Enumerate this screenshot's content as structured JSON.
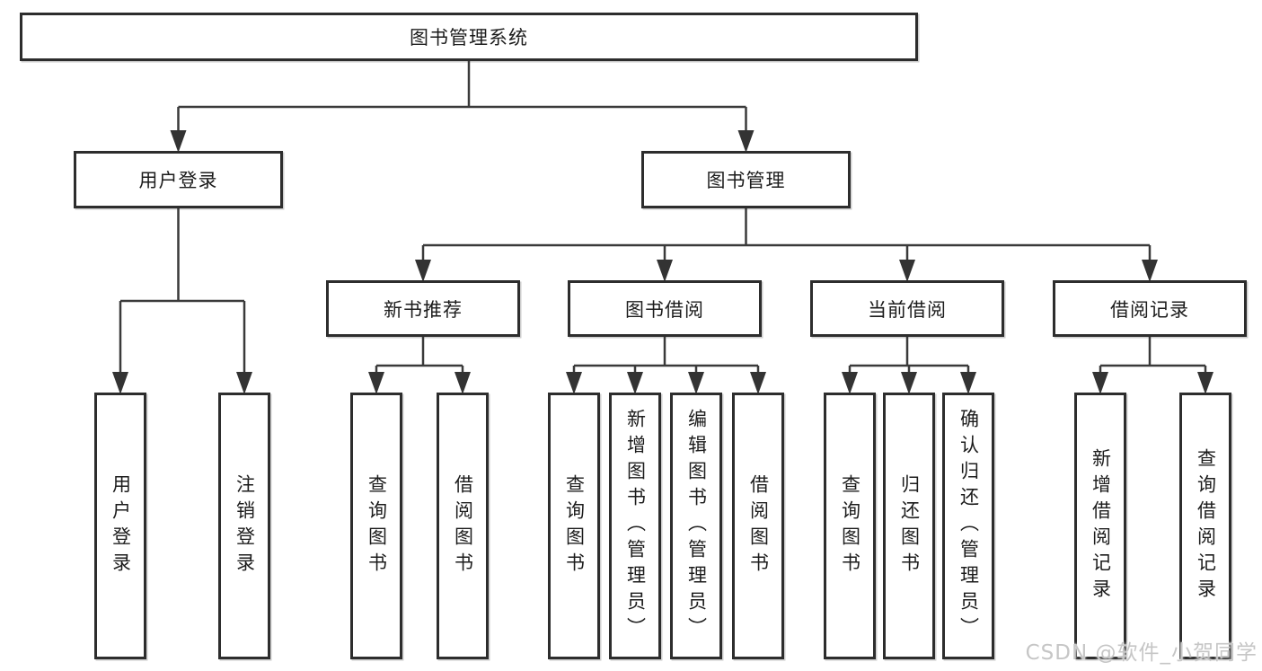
{
  "diagram": {
    "title": "图书管理系统",
    "nodes": [
      {
        "id": "root",
        "label": "图书管理系统"
      },
      {
        "id": "user_login",
        "label": "用户登录"
      },
      {
        "id": "book_mgmt",
        "label": "图书管理"
      },
      {
        "id": "new_book_rec",
        "label": "新书推荐"
      },
      {
        "id": "book_borrow",
        "label": "图书借阅"
      },
      {
        "id": "current_borrow",
        "label": "当前借阅"
      },
      {
        "id": "borrow_records",
        "label": "借阅记录"
      },
      {
        "id": "leaf_user_login",
        "label": "用户登录"
      },
      {
        "id": "leaf_logout",
        "label": "注销登录"
      },
      {
        "id": "leaf_query_books_rec",
        "label": "查询图书"
      },
      {
        "id": "leaf_borrow_books_rec",
        "label": "借阅图书"
      },
      {
        "id": "leaf_query_books_bb",
        "label": "查询图书"
      },
      {
        "id": "leaf_add_books",
        "label": "新增图书（管理员）"
      },
      {
        "id": "leaf_edit_books",
        "label": "编辑图书（管理员）"
      },
      {
        "id": "leaf_borrow_books_bb",
        "label": "借阅图书"
      },
      {
        "id": "leaf_query_books_cb",
        "label": "查询图书"
      },
      {
        "id": "leaf_return_books",
        "label": "归还图书"
      },
      {
        "id": "leaf_confirm_return",
        "label": "确认归还（管理员）"
      },
      {
        "id": "leaf_add_borrow_record",
        "label": "新增借阅记录"
      },
      {
        "id": "leaf_query_borrow_record",
        "label": "查询借阅记录"
      }
    ],
    "edges": [
      {
        "parent": "root",
        "children": [
          "user_login",
          "book_mgmt"
        ]
      },
      {
        "parent": "user_login",
        "children": [
          "leaf_user_login",
          "leaf_logout"
        ]
      },
      {
        "parent": "book_mgmt",
        "children": [
          "new_book_rec",
          "book_borrow",
          "current_borrow",
          "borrow_records"
        ]
      },
      {
        "parent": "new_book_rec",
        "children": [
          "leaf_query_books_rec",
          "leaf_borrow_books_rec"
        ]
      },
      {
        "parent": "book_borrow",
        "children": [
          "leaf_query_books_bb",
          "leaf_add_books",
          "leaf_edit_books",
          "leaf_borrow_books_bb"
        ]
      },
      {
        "parent": "current_borrow",
        "children": [
          "leaf_query_books_cb",
          "leaf_return_books",
          "leaf_confirm_return"
        ]
      },
      {
        "parent": "borrow_records",
        "children": [
          "leaf_add_borrow_record",
          "leaf_query_borrow_record"
        ]
      }
    ]
  },
  "watermark": "CSDN @软件_小贺同学",
  "colors": {
    "box_border": "#2d2d2d",
    "connector_line": "#3a3a3a",
    "arrowhead": "#333333",
    "text": "#1c1c1c",
    "background": "#ffffff",
    "watermark": "#c6c6c6"
  }
}
